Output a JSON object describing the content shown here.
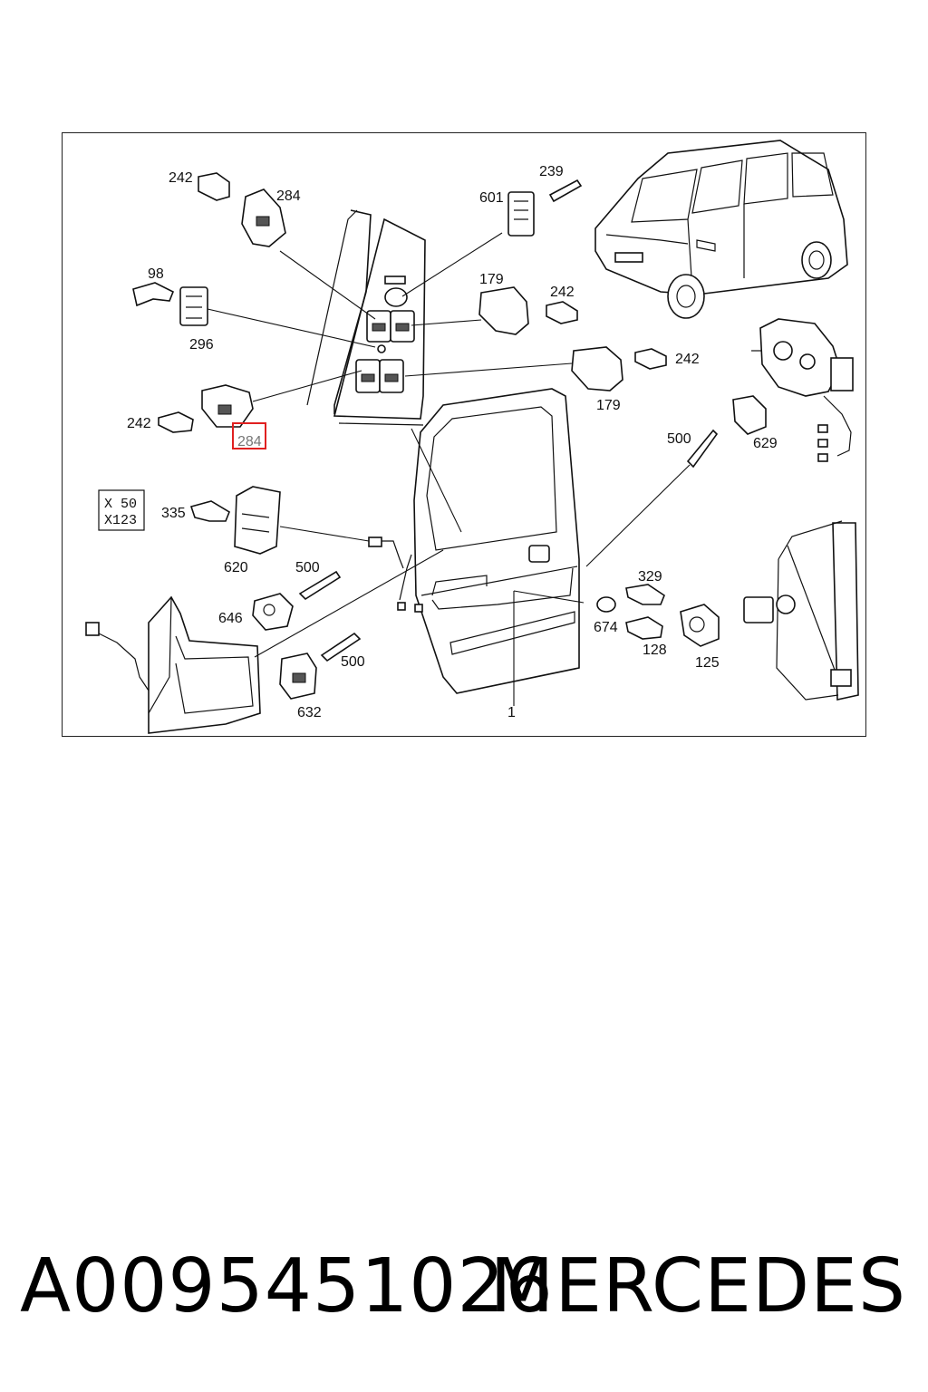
{
  "diagram": {
    "labels": {
      "l242a": "242",
      "l284a": "284",
      "l601": "601",
      "l239": "239",
      "l98": "98",
      "l296": "296",
      "l179a": "179",
      "l242b": "242",
      "l242c": "242",
      "l179b": "179",
      "l242d": "242",
      "l284b": "284",
      "l500a": "500",
      "l629": "629",
      "l335": "335",
      "l620": "620",
      "l500b": "500",
      "l646": "646",
      "l500c": "500",
      "l632": "632",
      "l329": "329",
      "l674": "674",
      "l128": "128",
      "l125": "125",
      "l1": "1"
    },
    "xref": {
      "line1": "X 50",
      "line2": "X123"
    },
    "highlighted_part": "284"
  },
  "caption": {
    "part_number": "A0095451026",
    "brand": "MERCEDES"
  },
  "colors": {
    "highlight": "#e02020",
    "ink": "#111111"
  }
}
